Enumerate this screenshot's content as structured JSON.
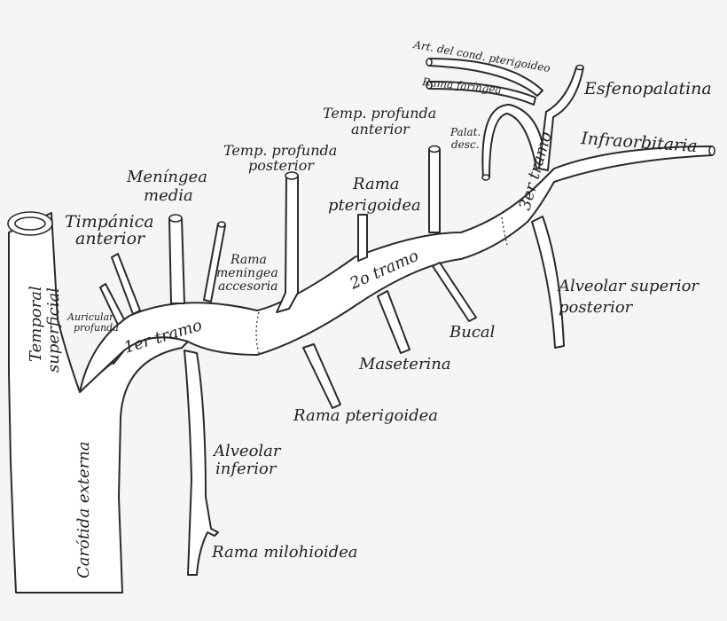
{
  "labels": {
    "temporal_superficial_1": "Temporal",
    "temporal_superficial_2": "superficial",
    "carotida_externa": "Carótida externa",
    "auricular_profunda_1": "Auricular",
    "auricular_profunda_2": "profunda",
    "timpanica_anterior_1": "Timpánica",
    "timpanica_anterior_2": "anterior",
    "meningea_media_1": "Meníngea",
    "meningea_media_2": "media",
    "temp_prof_posterior_1": "Temp. profunda",
    "temp_prof_posterior_2": "posterior",
    "rama_meningea_1": "Rama",
    "rama_meningea_2": "meningea",
    "rama_meningea_3": "accesoria",
    "primer_tramo": "1er tramo",
    "alveolar_inferior_1": "Alveolar",
    "alveolar_inferior_2": "inferior",
    "rama_milohioidea": "Rama milohioidea",
    "rama_pterigoidea_low": "Rama pterigoidea",
    "maseterina": "Maseterina",
    "bucal": "Bucal",
    "segundo_tramo": "2o tramo",
    "rama_pterigoidea_up_1": "Rama",
    "rama_pterigoidea_up_2": "pterigoidea",
    "temp_prof_anterior_1": "Temp. profunda",
    "temp_prof_anterior_2": "anterior",
    "palat_desc_1": "Palat.",
    "palat_desc_2": "desc.",
    "tercer_tramo": "3er tramo",
    "alveolar_sup_post_1": "Alveolar superior",
    "alveolar_sup_post_2": "posterior",
    "infraorbitaria": "Infraorbitaria",
    "esfenopalatina": "Esfenopalatina",
    "rama_faringea": "Rama faríngea",
    "art_cond_pterigoideo": "Art. del cond. pterigoideo"
  }
}
